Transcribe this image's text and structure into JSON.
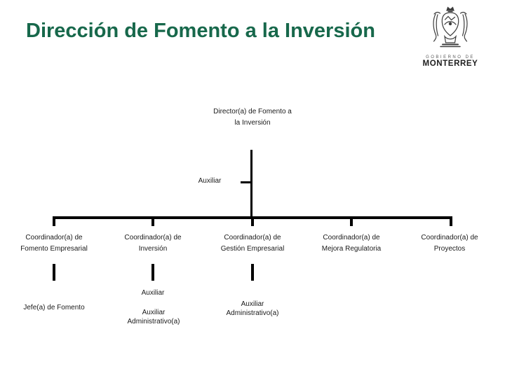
{
  "slide": {
    "title": "Dirección de Fomento a la Inversión"
  },
  "logo": {
    "caption_top": "GOBIERNO DE",
    "caption_bottom": "MONTERREY"
  },
  "colors": {
    "title_green": "#17684B",
    "connector_black": "#000000",
    "text_dark": "#1a1a1a"
  },
  "org_chart": {
    "director": {
      "label": "Director(a) de Fomento a\nla Inversión"
    },
    "staff": {
      "label": "Auxiliar"
    },
    "coordinators": [
      {
        "label": "Coordinador(a) de\nFomento Empresarial"
      },
      {
        "label": "Coordinador(a) de\nInversión"
      },
      {
        "label": "Coordinador(a) de\nGestión Empresarial"
      },
      {
        "label": "Coordinador(a) de\nMejora Regulatoria"
      },
      {
        "label": "Coordinador(a) de\nProyectos"
      }
    ],
    "reports": {
      "jefe_fomento": {
        "label": "Jefe(a) de Fomento"
      },
      "auxiliar_inversion": {
        "label": "Auxiliar"
      },
      "auxiliar_administrativo_inversion": {
        "label": "Auxiliar\nAdministrativo(a)"
      },
      "auxiliar_administrativo_gestion": {
        "label": "Auxiliar\nAdministrativo(a)"
      }
    }
  }
}
